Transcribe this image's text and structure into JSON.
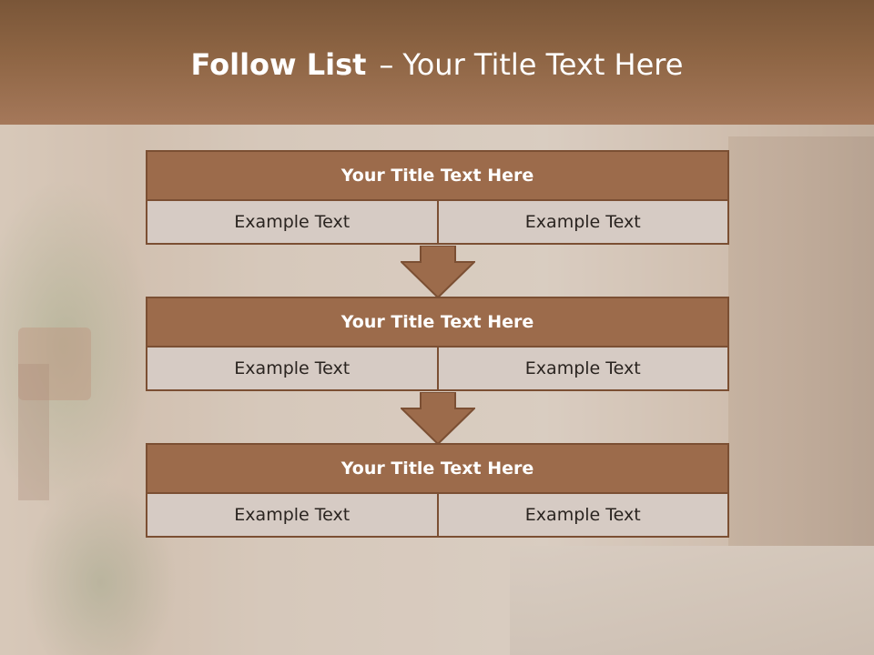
{
  "slide": {
    "title_bold": "Follow List",
    "title_dash": "–",
    "title_rest": "Your Title Text Here"
  },
  "blocks": [
    {
      "title": "Your Title Text Here",
      "left": "Example Text",
      "right": "Example Text"
    },
    {
      "title": "Your Title Text Here",
      "left": "Example Text",
      "right": "Example Text"
    },
    {
      "title": "Your Title Text Here",
      "left": "Example Text",
      "right": "Example Text"
    }
  ],
  "colors": {
    "header": "#8e6544",
    "block_title": "#9c6b4b",
    "block_border": "#7b4f33",
    "cell": "#d6cbc4",
    "arrow": "#9c6b4b"
  }
}
